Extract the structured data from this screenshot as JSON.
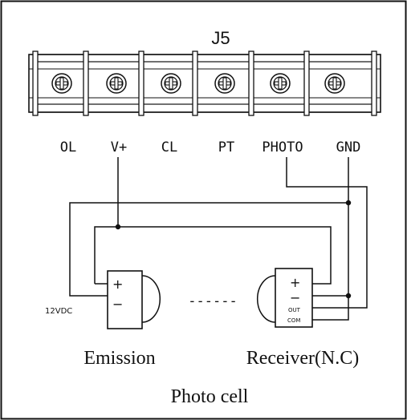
{
  "terminal_block": {
    "title": "J5",
    "terminals": [
      "OL",
      "V+",
      "CL",
      "PT",
      "PHOTO",
      "GND"
    ]
  },
  "emitter": {
    "plus": "+",
    "minus": "−",
    "voltage": "12VDC",
    "label": "Emission"
  },
  "receiver": {
    "plus": "+",
    "minus": "−",
    "out": "OUT",
    "com": "COM",
    "label": "Receiver(N.C)"
  },
  "beam": "------",
  "caption": "Photo cell"
}
